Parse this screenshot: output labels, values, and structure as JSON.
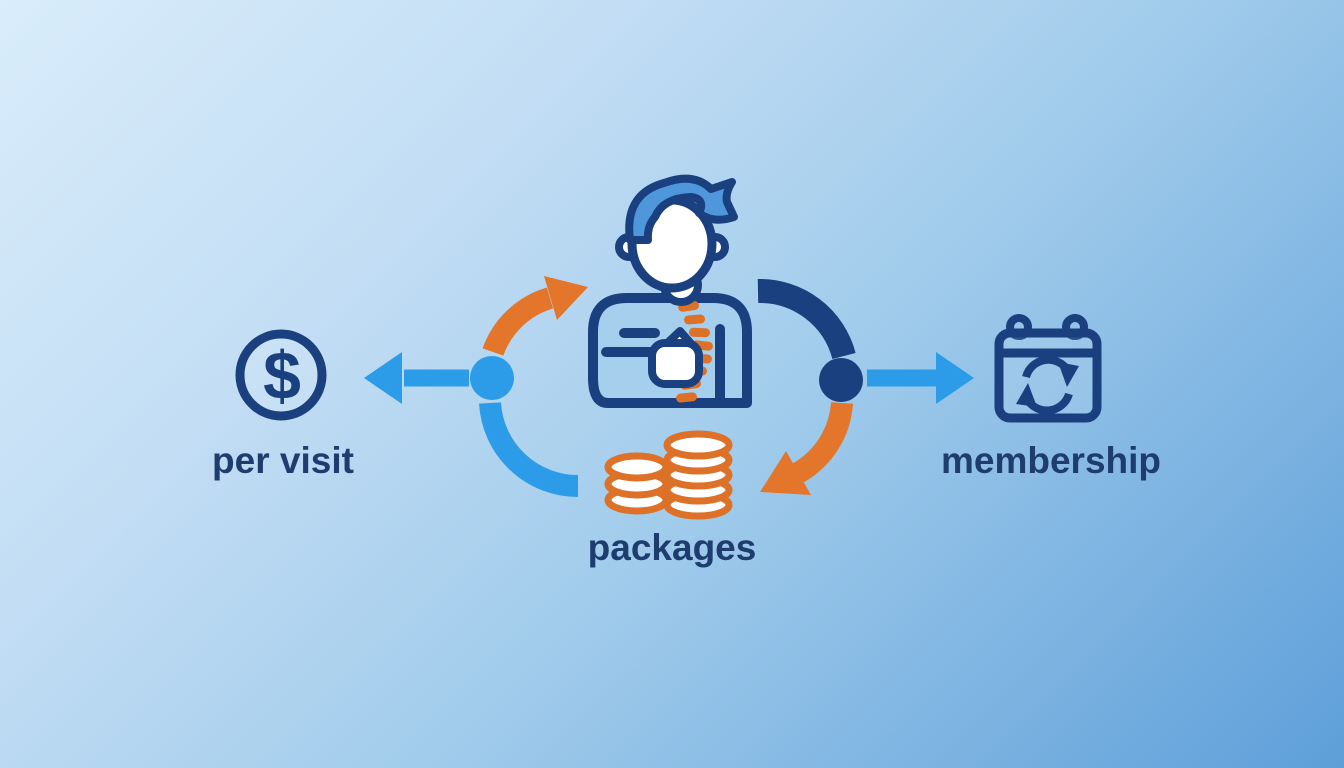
{
  "diagram": {
    "description_icons": {
      "center": "patient-with-highlighted-spine-icon",
      "left": "dollar-circle-icon",
      "bottom": "coin-stacks-icon",
      "right": "recurring-calendar-icon"
    },
    "nodes": [
      {
        "id": "per-visit",
        "label": "per visit"
      },
      {
        "id": "packages",
        "label": "packages"
      },
      {
        "id": "membership",
        "label": "membership"
      }
    ],
    "glyphs": {
      "dollar": "$"
    },
    "colors": {
      "background_start": "#d9edfb",
      "background_end": "#5e9fd9",
      "navy": "#1a4080",
      "bright_blue": "#2d9ce8",
      "orange": "#e4762b",
      "spine_orange": "#dd7128",
      "shirt_blue": "#a6cfee",
      "hair_blue": "#4e97da",
      "label_navy": "#1e3c6e",
      "white": "#ffffff"
    }
  }
}
